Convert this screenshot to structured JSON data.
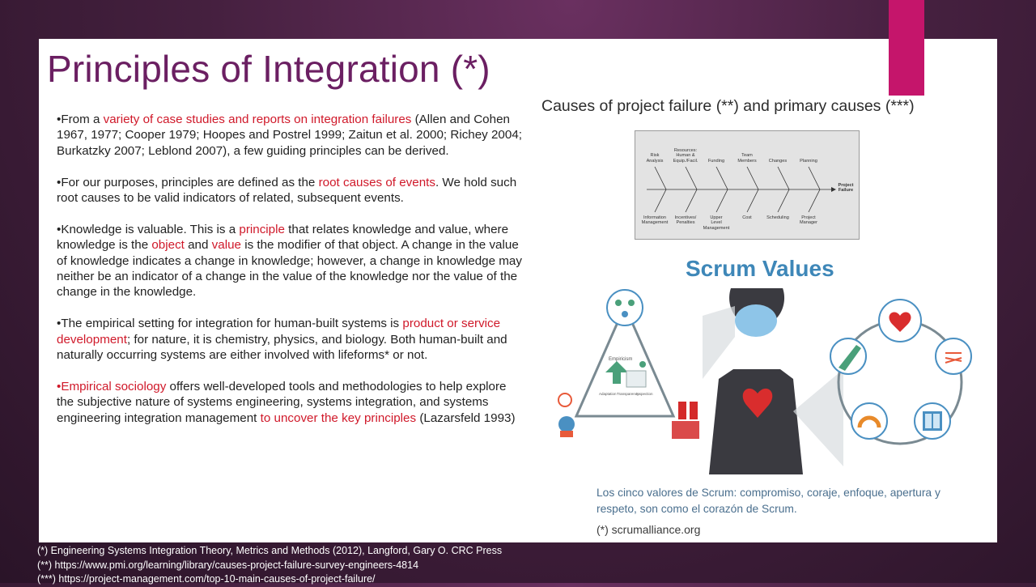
{
  "slide": {
    "title": "Principles of Integration (*)",
    "paragraphs": [
      {
        "parts": [
          {
            "text": "•From a ",
            "red": false
          },
          {
            "text": "variety of case studies and reports on integration failures",
            "red": true
          },
          {
            "text": " (Allen and  Cohen 1967, 1977; Cooper 1979; Hoopes and Postrel 1999; Zaitun et al. 2000;  Richey 2004; Burkatzky 2007; Leblond 2007), a few guiding principles can be  derived.",
            "red": false
          }
        ]
      },
      {
        "parts": [
          {
            "text": "•For our purposes, principles are defined as the ",
            "red": false
          },
          {
            "text": "root causes of events",
            "red": true
          },
          {
            "text": ".  We hold such root causes to be valid indicators of related, subsequent events.",
            "red": false
          }
        ]
      },
      {
        "parts": [
          {
            "text": "•Knowledge is valuable. This is a ",
            "red": false
          },
          {
            "text": "principle",
            "red": true
          },
          {
            "text": " that relates knowledge and value,  where knowledge is the ",
            "red": false
          },
          {
            "text": "object",
            "red": true
          },
          {
            "text": " and ",
            "red": false
          },
          {
            "text": "value",
            "red": true
          },
          {
            "text": " is the modifier of that object. A  change in the value of knowledge indicates a change in knowledge; however,  a change in knowledge may neither be an indicator of a change in the value of the knowledge nor the value of the change in the knowledge.",
            "red": false
          }
        ]
      },
      {
        "parts": [
          {
            "text": "•The empirical setting for integration for human-built systems is ",
            "red": false
          },
          {
            "text": "product or  service development",
            "red": true
          },
          {
            "text": "; for nature, it is chemistry, physics, and biology. Both  human-built and naturally occurring systems are either involved with lifeforms* or not.",
            "red": false
          }
        ]
      },
      {
        "parts": [
          {
            "text": "•Empirical sociology",
            "red": true
          },
          {
            "text": "  offers well-developed tools and methodologies to help explore the subjective nature of systems engineering, systems  integration, and systems engineering integration management ",
            "red": false
          },
          {
            "text": "to uncover  the key principles",
            "red": true
          },
          {
            "text": " (Lazarsfeld 1993)",
            "red": false
          }
        ]
      }
    ],
    "chart_title": "Causes of project failure (**) and primary causes (***)",
    "fishbone": {
      "top_labels": [
        "Risk\nAnalysis",
        "Resources:\nHuman &\nEquip./Facil.",
        "Funding",
        "Team\nMembers",
        "Changes",
        "Planning"
      ],
      "bottom_labels": [
        "Information\nManagement",
        "Incentives/\nPenalties",
        "Upper\nLevel\nManagement",
        "Cost",
        "Scheduling",
        "Project\nManager"
      ],
      "head_label": "Project\nFailure"
    },
    "scrum": {
      "title": "Scrum Values",
      "empiricism_label": "Empiricism",
      "adaptation_label": "Adaptation",
      "transparency_label": "Transparency",
      "inspection_label": "Inspection",
      "caption": "Los cinco valores de Scrum: compromiso, coraje, enfoque, apertura y respeto, son como el corazón de Scrum.",
      "source": "(*) scrumalliance.org"
    }
  },
  "footnotes": [
    "(*) Engineering Systems Integration Theory, Metrics and Methods (2012), Langford, Gary O. CRC Press",
    "(**)  https://www.pmi.org/learning/library/causes-project-failure-survey-engineers-4814",
    "(***) https://project-management.com/top-10-main-causes-of-project-failure/"
  ],
  "colors": {
    "title": "#6b1f62",
    "accent": "#c5156b",
    "highlight_red": "#d0192a",
    "scrum_blue": "#3e87b8",
    "background": "#45203f"
  }
}
